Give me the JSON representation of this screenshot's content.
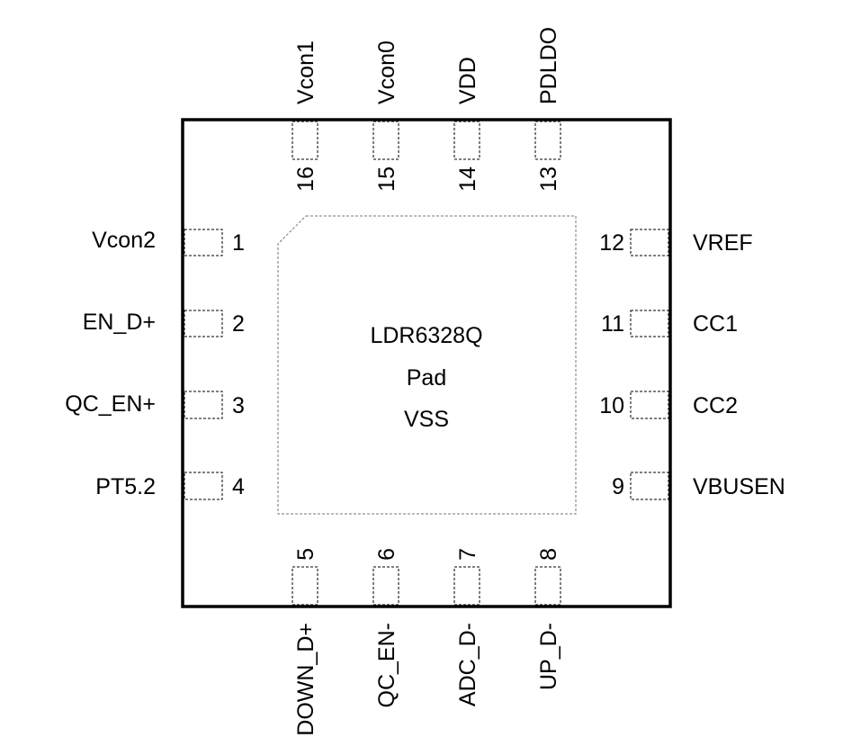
{
  "chip": {
    "part": "LDR6328Q",
    "pad_label": "Pad",
    "pad_net": "VSS"
  },
  "pins": {
    "left": [
      {
        "num": "1",
        "name": "Vcon2"
      },
      {
        "num": "2",
        "name": "EN_D+"
      },
      {
        "num": "3",
        "name": "QC_EN+"
      },
      {
        "num": "4",
        "name": "PT5.2"
      }
    ],
    "bottom": [
      {
        "num": "5",
        "name": "DOWN_D+"
      },
      {
        "num": "6",
        "name": "QC_EN-"
      },
      {
        "num": "7",
        "name": "ADC_D-"
      },
      {
        "num": "8",
        "name": "UP_D-"
      }
    ],
    "right": [
      {
        "num": "9",
        "name": "VBUSEN"
      },
      {
        "num": "10",
        "name": "CC2"
      },
      {
        "num": "11",
        "name": "CC1"
      },
      {
        "num": "12",
        "name": "VREF"
      }
    ],
    "top": [
      {
        "num": "13",
        "name": "PDLDO"
      },
      {
        "num": "14",
        "name": "VDD"
      },
      {
        "num": "15",
        "name": "Vcon0"
      },
      {
        "num": "16",
        "name": "Vcon1"
      }
    ]
  }
}
